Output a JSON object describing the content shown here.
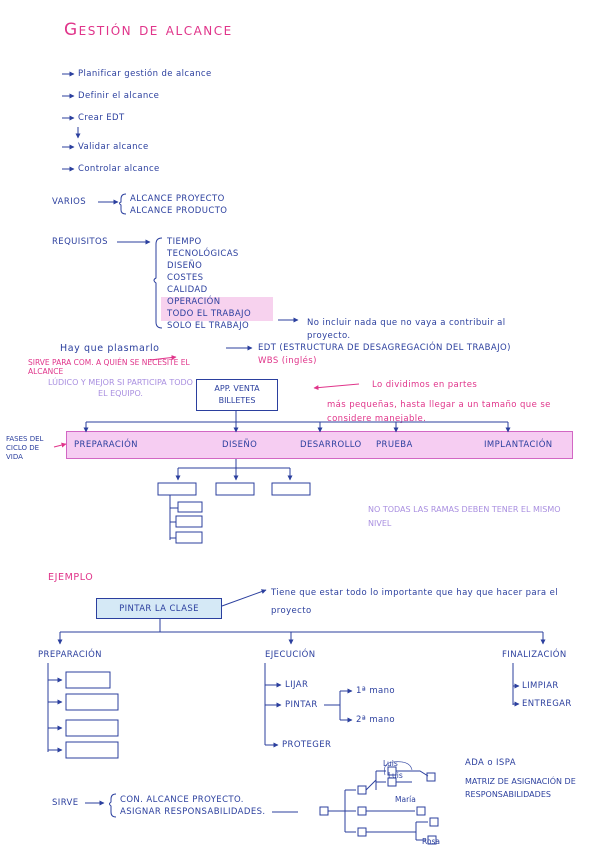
{
  "title": "Gestión de alcance",
  "steps": [
    "Planificar gestión de alcance",
    "Definir el alcance",
    "Crear EDT",
    "Validar alcance",
    "Controlar alcance"
  ],
  "varios": {
    "label": "VARIOS",
    "items": [
      "ALCANCE PROYECTO",
      "ALCANCE PRODUCTO"
    ]
  },
  "requisitos": {
    "label": "REQUISITOS",
    "items": [
      "TIEMPO",
      "TECNOLÓGICAS",
      "DISEÑO",
      "COSTES",
      "CALIDAD",
      "OPERACIÓN",
      "TODO EL TRABAJO",
      "SOLO EL TRABAJO"
    ],
    "note": "No incluir nada que no vaya a contribuir al proyecto."
  },
  "edt": {
    "intro": "Hay que plasmarlo",
    "acronym": "EDT (ESTRUCTURA DE DESAGREGACIÓN DEL TRABAJO)",
    "wbs": "WBS (inglés)",
    "side_note_1": "SIRVE PARA COM. A QUIÉN SE NECESITE EL ALCANCE",
    "side_note_2": "LÚDICO Y MEJOR SI PARTICIPA TODO EL EQUIPO.",
    "root_label": "APP. VENTA BILLETES",
    "divide_note_1": "Lo dividimos en partes",
    "divide_note_2": "más pequeñas, hasta llegar a un tamaño que se considere manejable.",
    "phases_label": "FASES DEL CICLO DE VIDA",
    "phases": [
      "PREPARACIÓN",
      "DISEÑO",
      "DESARROLLO",
      "PRUEBA",
      "IMPLANTACIÓN"
    ],
    "branches_note": "NO TODAS LAS RAMAS DEBEN TENER EL MISMO NIVEL"
  },
  "ejemplo": {
    "label": "EJEMPLO",
    "root_label": "PINTAR LA CLASE",
    "note": "Tiene que estar todo lo importante que hay que hacer para el proyecto",
    "preparacion": "PREPARACIÓN",
    "ejecucion": "EJECUCIÓN",
    "finalizacion": "FINALIZACIÓN",
    "ejecucion_items": [
      "LIJAR",
      "PINTAR",
      "PROTEGER"
    ],
    "pintar_sub": [
      "1ª mano",
      "2ª mano"
    ],
    "finalizacion_items": [
      "LIMPIAR",
      "ENTREGAR"
    ],
    "sirve_label": "SIRVE",
    "sirve_items": [
      "CON. ALCANCE PROYECTO.",
      "ASIGNAR RESPONSABILIDADES."
    ],
    "raci_1": "ADA o ISPA",
    "raci_2": "MATRIZ DE ASIGNACIÓN DE RESPONSABILIDADES",
    "names": [
      "Luis",
      "Luis",
      "María",
      "Rosa"
    ]
  }
}
